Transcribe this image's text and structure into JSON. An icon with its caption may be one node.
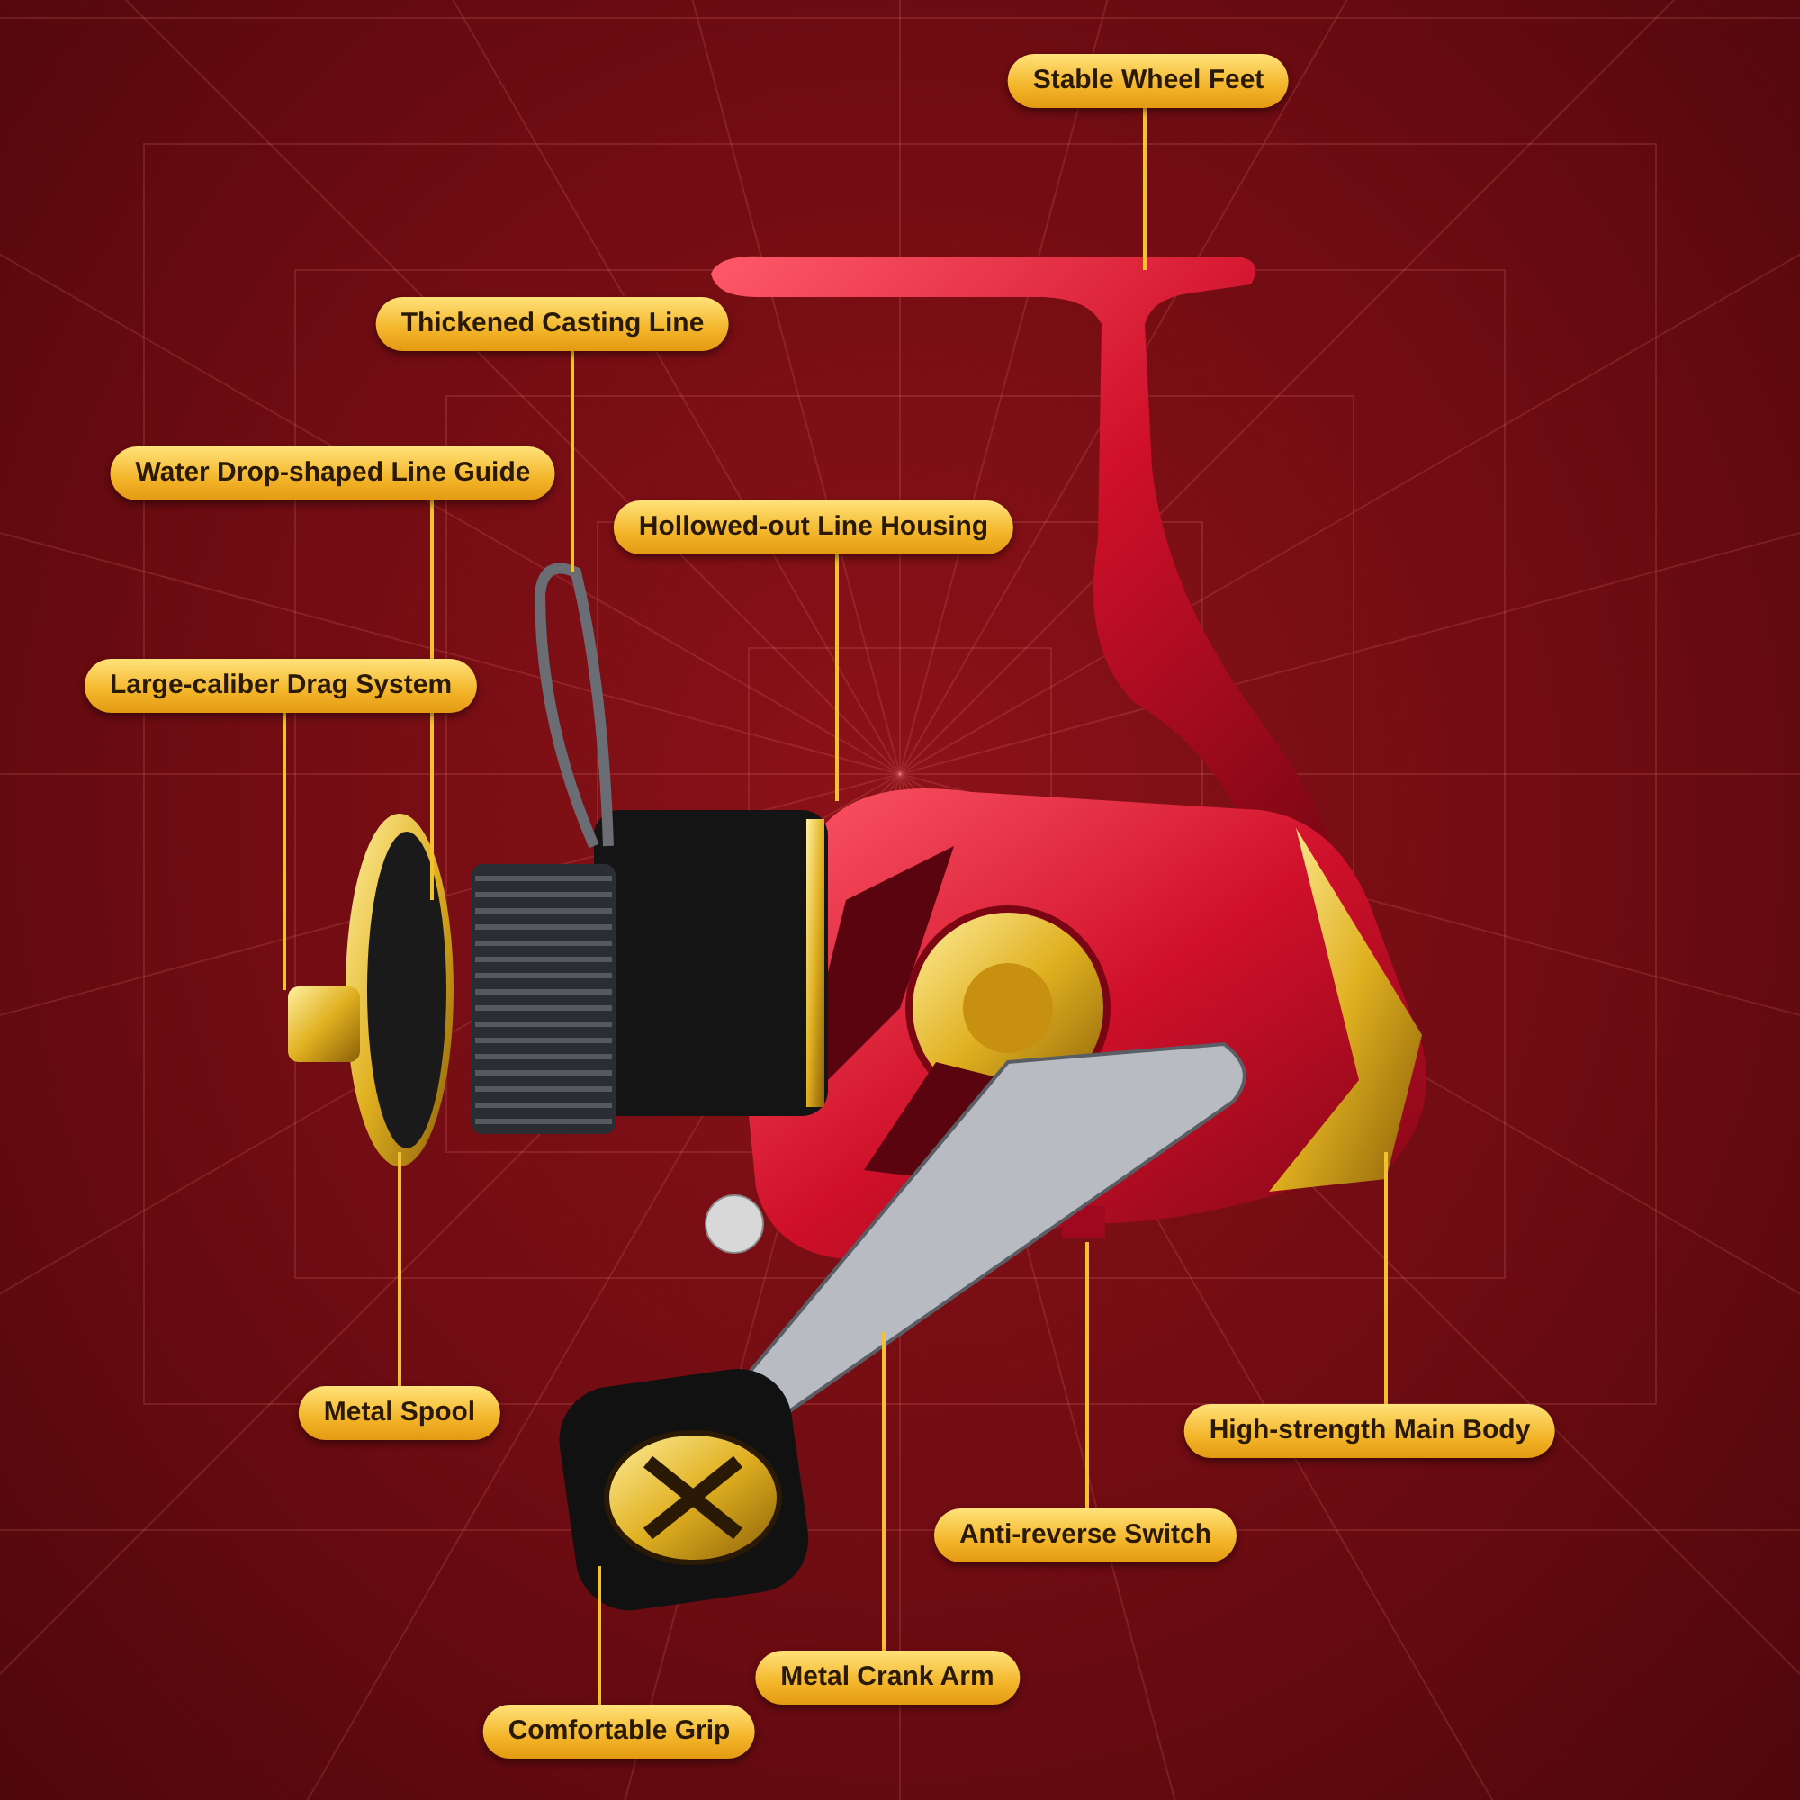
{
  "diagram": {
    "nodes": [
      {
        "text": [
          "Stable Wheel Feet"
        ]
      },
      {
        "text": [
          "Thickened Casting Line"
        ]
      },
      {
        "text": [
          "Water Drop-shaped Line Guide"
        ]
      },
      {
        "text": [
          "Hollowed-out Line Housing"
        ]
      },
      {
        "text": [
          "Large-caliber Drag System"
        ]
      },
      {
        "text": [
          "Metal Spool"
        ]
      },
      {
        "text": [
          "High-strength Main Body"
        ]
      },
      {
        "text": [
          "Anti-reverse Switch"
        ]
      },
      {
        "text": [
          "Metal Crank Arm"
        ]
      },
      {
        "text": [
          "Comfortable Grip"
        ]
      }
    ],
    "edges": [
      {
        "from": 0,
        "to": null,
        "arrow": "none"
      },
      {
        "from": 1,
        "to": null,
        "arrow": "none"
      },
      {
        "from": 2,
        "to": null,
        "arrow": "none"
      },
      {
        "from": 3,
        "to": null,
        "arrow": "none"
      },
      {
        "from": 4,
        "to": null,
        "arrow": "none"
      },
      {
        "from": 5,
        "to": null,
        "arrow": "none"
      },
      {
        "from": 6,
        "to": null,
        "arrow": "none"
      },
      {
        "from": 7,
        "to": null,
        "arrow": "none"
      },
      {
        "from": 8,
        "to": null,
        "arrow": "none"
      },
      {
        "from": 9,
        "to": null,
        "arrow": "none"
      }
    ]
  }
}
